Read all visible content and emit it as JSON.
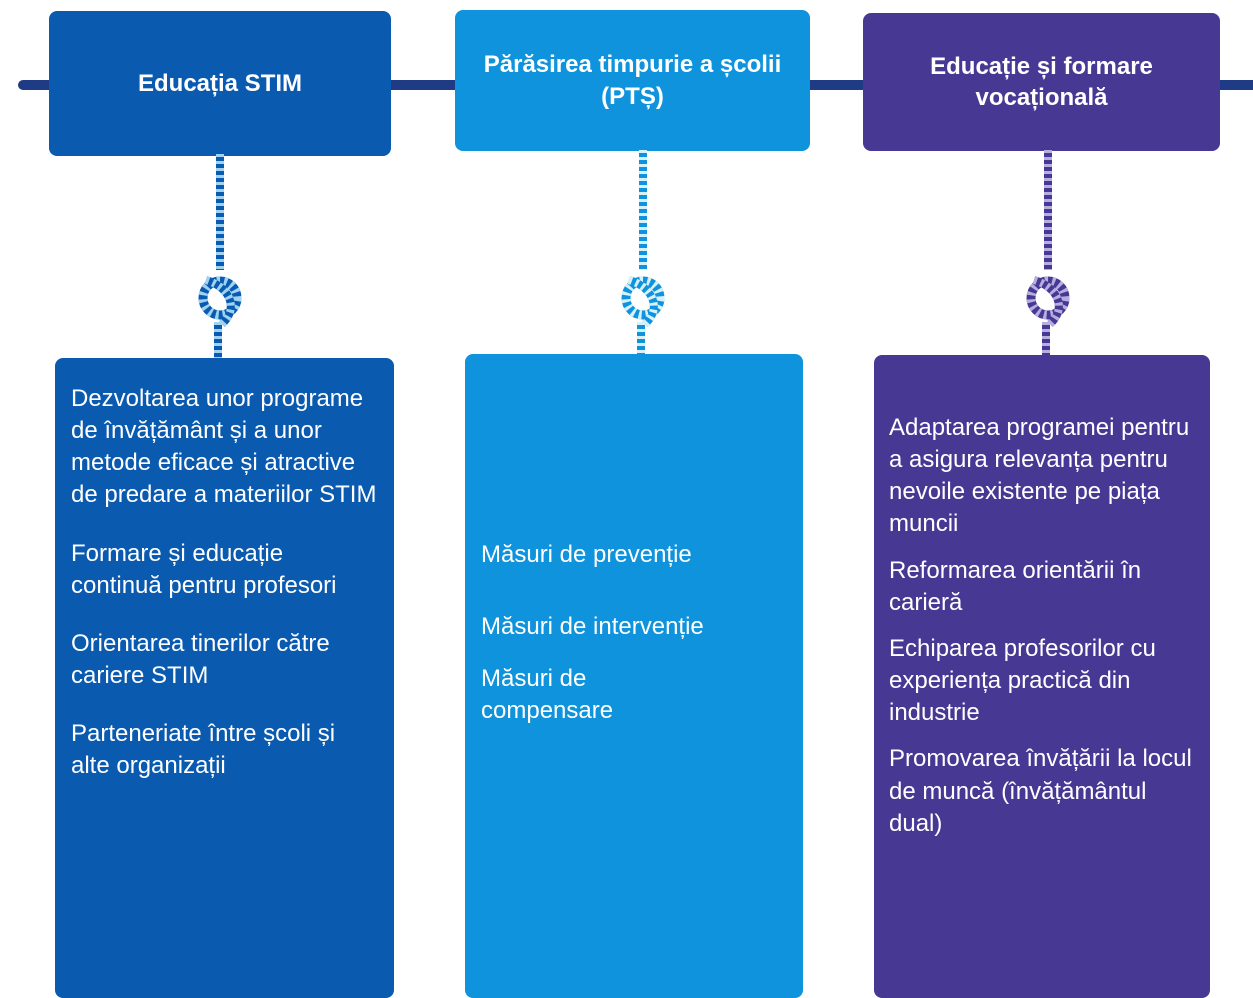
{
  "colors": {
    "stim": "#0a5ab0",
    "pts": "#0e93dc",
    "vet": "#473894",
    "connector_line": "#1f3b86"
  },
  "columns": [
    {
      "header": "Educația STIM",
      "items": [
        "Dezvoltarea unor programe de învățământ și a unor metode eficace și atractive de predare a materiilor STIM",
        "Formare și educație continuă pentru profesori",
        "Orientarea tinerilor către cariere STIM",
        "Parteneriate între școli și alte organizații"
      ]
    },
    {
      "header": "Părăsirea timpurie a școlii  (PTȘ)",
      "items": [
        "Măsuri de prevenție",
        "Măsuri de intervenție",
        "Măsuri de compensare"
      ]
    },
    {
      "header": "Educație și formare vocațională",
      "items": [
        "Adaptarea programei pentru a asigura relevanța pentru nevoile existente pe piața muncii",
        "Reformarea orientării în carieră",
        "Echiparea profesorilor cu experiența practică din industrie",
        "Promovarea învățării la locul de muncă (învățământul dual)"
      ]
    }
  ]
}
